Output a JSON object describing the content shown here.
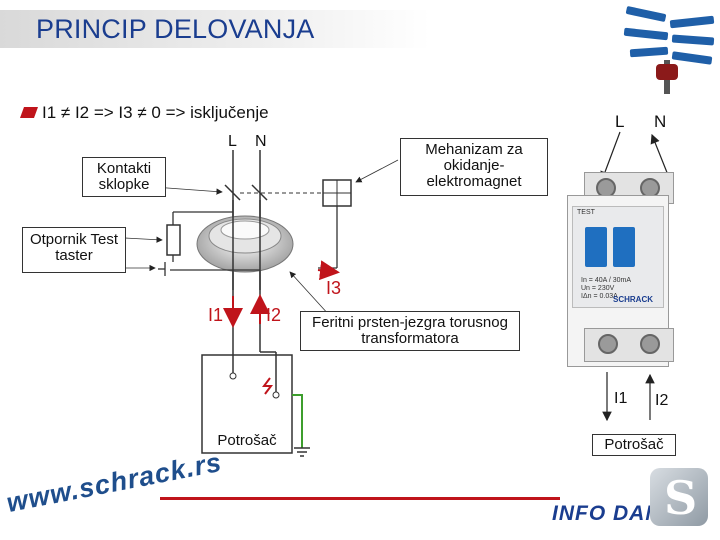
{
  "title": "PRINCIP DELOVANJA",
  "formula": "I1 ≠ I2  =>  I3 ≠ 0   => isključenje",
  "labels": {
    "kontakti": "Kontakti sklopke",
    "mehanizam": "Mehanizam za okidanje-elektromagnet",
    "otpornik": "Otpornik Test taster",
    "feritni": "Feritni prsten-jezgra torusnog transformatora",
    "potrosac_left": "Potrošač",
    "potrosac_right": "Potrošač",
    "L_left": "L",
    "N_left": "N",
    "L_right": "L",
    "N_right": "N",
    "I1_left": "I1",
    "I2_left": "I2",
    "I3": "I3",
    "I1_right": "I1",
    "I2_right": "I2"
  },
  "device": {
    "text_test": "TEST",
    "specs": "In = 40A / 30mA\nUn = 230V\nIΔn = 0.03A",
    "brand": "SCHRACK"
  },
  "footer": {
    "website": "www.schrack.rs",
    "logo_text": "INFO DANI",
    "logo_letter": "S"
  },
  "colors": {
    "title": "#1a3d8f",
    "accent_red": "#c0141b",
    "ground_green": "#3d9e2d"
  }
}
